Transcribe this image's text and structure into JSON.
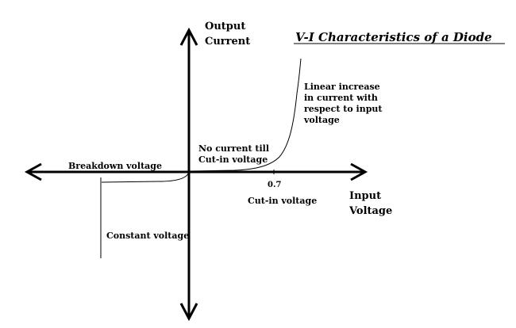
{
  "title": "V-I Characteristics of a Diode",
  "y_axis_label": [
    "Output",
    "Current"
  ],
  "x_axis_label": [
    "Input",
    "Voltage"
  ],
  "tick_label": "0.7",
  "annotations": {
    "linear_increase": [
      "Linear increase",
      "in current with",
      "respect to input",
      "voltage"
    ],
    "no_current": [
      "No current till",
      "Cut-in voltage"
    ],
    "breakdown": "Breakdown voltage",
    "cutin": "Cut-in voltage",
    "constant": "Constant voltage"
  },
  "colors": {
    "ink": "#000000",
    "background": "#ffffff"
  }
}
